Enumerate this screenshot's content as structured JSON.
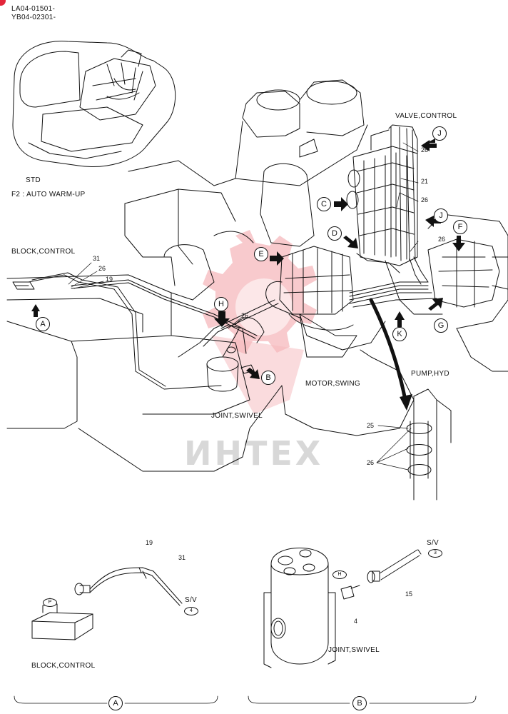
{
  "colors": {
    "line": "#111111",
    "watermark_gear": "#f5b8bc",
    "watermark_text": "#d8d8d8",
    "corner": "#e3263a"
  },
  "header": {
    "serial_1": "LA04-01501-",
    "serial_2": "YB04-02301-"
  },
  "labels": {
    "std": "STD",
    "f2": "F2 : AUTO WARM-UP",
    "block_control_top": "BLOCK,CONTROL",
    "valve_control": "VALVE,CONTROL",
    "pump_hyd": "PUMP,HYD",
    "motor_swing": "MOTOR,SWING",
    "joint_swivel_top": "JOINT,SWIVEL",
    "block_control_bottom": "BLOCK,CONTROL",
    "joint_swivel_bottom": "JOINT,SWIVEL",
    "sv_a": "S/V",
    "sv_b": "S/V"
  },
  "watermark": "ИНТЕХ",
  "callouts": {
    "A": "A",
    "B": "B",
    "C": "C",
    "D": "D",
    "E": "E",
    "F": "F",
    "G": "G",
    "H": "H",
    "J": "J",
    "K": "K",
    "P": "P",
    "sv4": "4",
    "sv3": "3",
    "H_small": "H"
  },
  "part_numbers": {
    "top_31": "31",
    "top_26a": "26",
    "top_19": "19",
    "valve_26a": "26",
    "valve_21": "21",
    "valve_26b": "26",
    "valve_26c": "26",
    "mid_26": "26",
    "clamp_25": "25",
    "clamp_26": "26",
    "a_19": "19",
    "a_31": "31",
    "b_15": "15",
    "b_4": "4"
  },
  "section_labels": {
    "a": "A",
    "b": "B"
  }
}
